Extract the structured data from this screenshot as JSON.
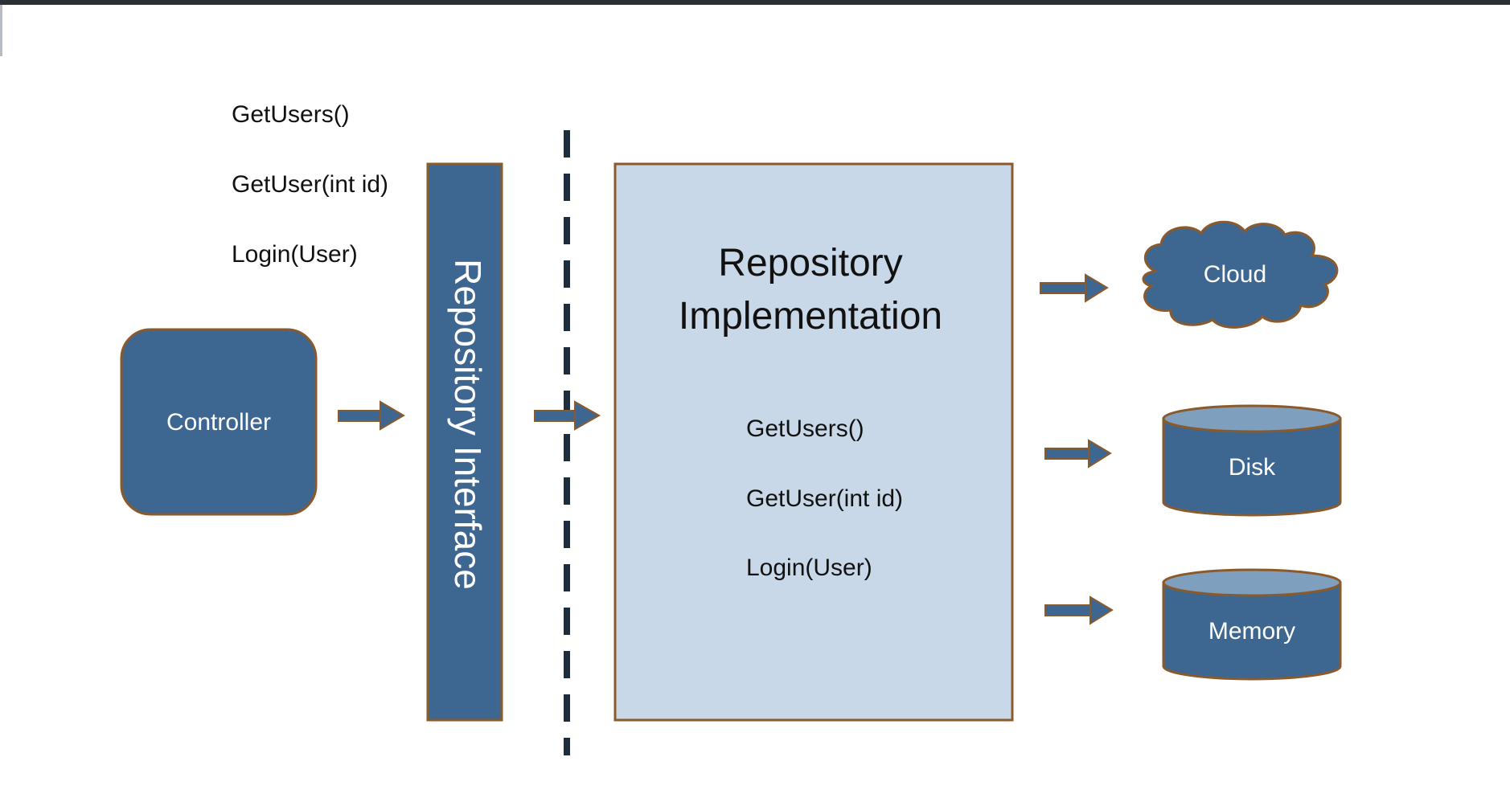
{
  "interface_methods": [
    "GetUsers()",
    "GetUser(int id)",
    "Login(User)"
  ],
  "controller": {
    "label": "Controller"
  },
  "interface": {
    "label": "Repository Interface"
  },
  "implementation": {
    "title_line1": "Repository",
    "title_line2": "Implementation",
    "methods": [
      "GetUsers()",
      "GetUser(int id)",
      "Login(User)"
    ]
  },
  "targets": {
    "cloud": "Cloud",
    "disk": "Disk",
    "memory": "Memory"
  },
  "colors": {
    "shape_fill": "#3d6791",
    "shape_stroke": "#8b5a2b",
    "impl_fill": "#c8d8e8",
    "cylinder_top": "#7f9fbf",
    "dashed_line": "#1e2d3d",
    "text_dark": "#111111",
    "text_light": "#ffffff"
  }
}
